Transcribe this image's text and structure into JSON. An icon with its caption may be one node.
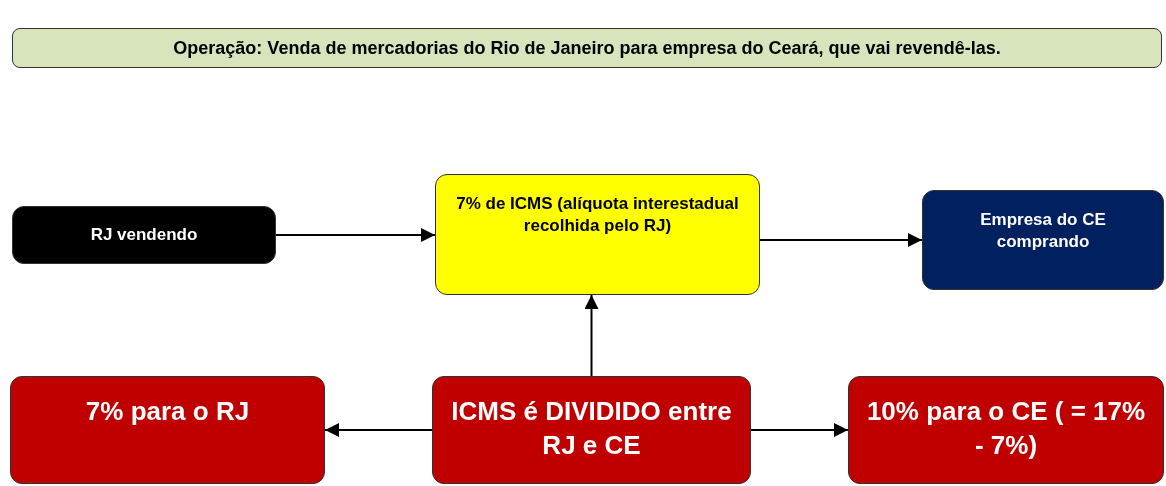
{
  "diagram": {
    "title": "Operação: Venda de mercadorias do Rio de Janeiro para empresa do Ceará, que vai revendê-las.",
    "nodes": [
      {
        "text": [
          "RJ vendendo"
        ]
      },
      {
        "text": [
          "7% de ICMS (alíquota interestadual recolhida pelo RJ)"
        ]
      },
      {
        "text": [
          "Empresa do CE comprando"
        ]
      },
      {
        "text": [
          "7% para o RJ"
        ]
      },
      {
        "text": [
          "ICMS é DIVIDIDO entre RJ e CE"
        ]
      },
      {
        "text": [
          "10% para o CE ( = 17% - 7%)"
        ]
      }
    ],
    "edges": [
      {
        "from": 0,
        "to": 1,
        "arrow": "to"
      },
      {
        "from": 1,
        "to": 2,
        "arrow": "to"
      },
      {
        "from": 4,
        "to": 1,
        "arrow": "to"
      },
      {
        "from": 4,
        "to": 3,
        "arrow": "to"
      },
      {
        "from": 4,
        "to": 5,
        "arrow": "to"
      }
    ]
  }
}
